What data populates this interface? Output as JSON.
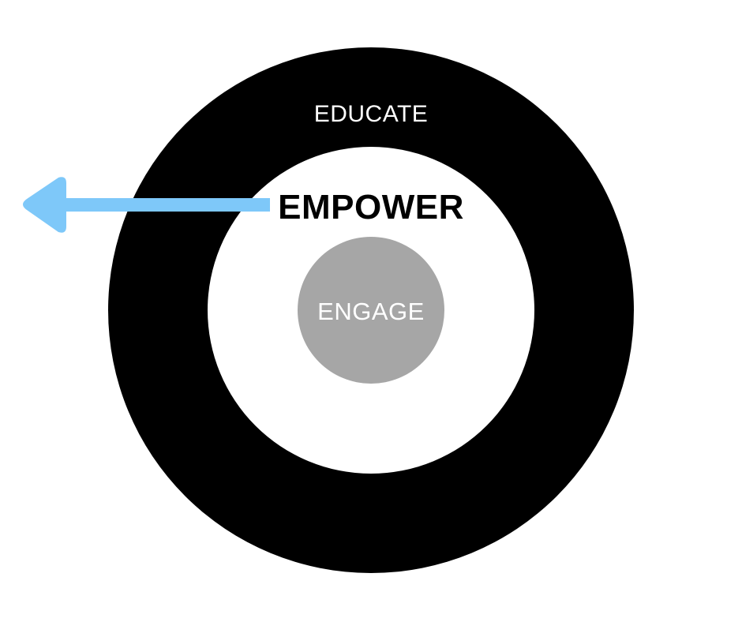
{
  "diagram": {
    "rings": {
      "outer": {
        "label": "EDUCATE",
        "fill": "#000000",
        "text_color": "#ffffff"
      },
      "middle": {
        "label": "EMPOWER",
        "fill": "#ffffff",
        "text_color": "#000000"
      },
      "core": {
        "label": "ENGAGE",
        "fill": "#a6a6a6",
        "text_color": "#ffffff"
      }
    },
    "arrow": {
      "direction": "left",
      "color": "#7ec8f9"
    }
  }
}
